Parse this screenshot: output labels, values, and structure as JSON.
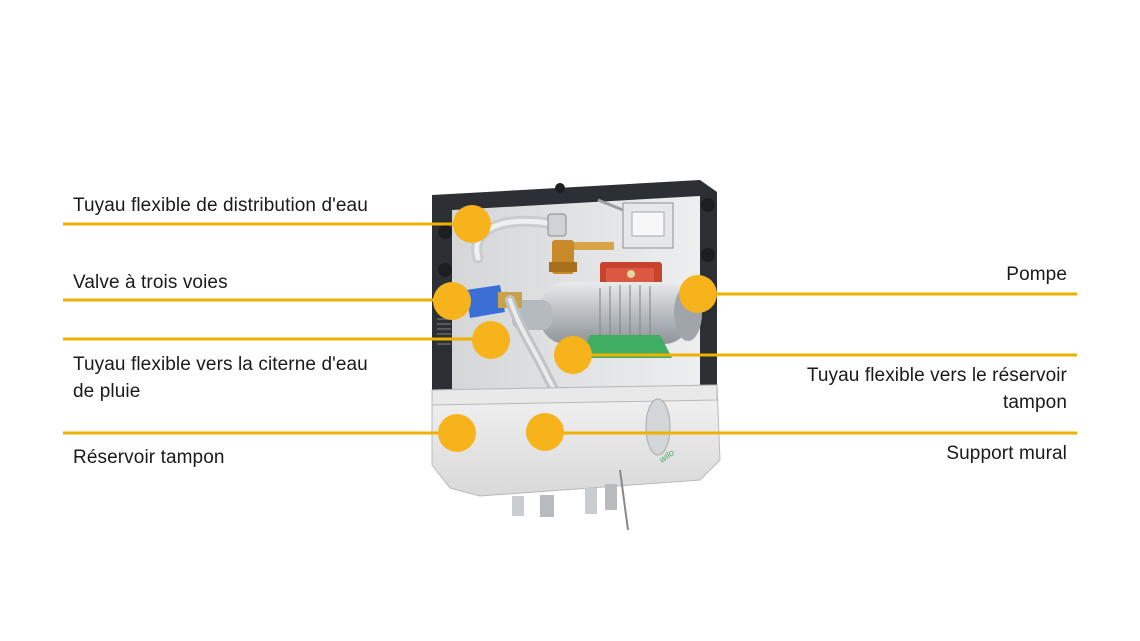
{
  "callouts": {
    "distribution_hose": "Tuyau flexible de distribution d'eau",
    "three_way_valve": "Valve à trois voies",
    "rainwater_hose_line1": "Tuyau flexible vers la citerne d'eau",
    "rainwater_hose_line2": "de pluie",
    "buffer_tank": "Réservoir tampon",
    "pump": "Pompe",
    "buffer_hose_line1": "Tuyau flexible vers le réservoir",
    "buffer_hose_line2": "tampon",
    "wall_support": "Support mural"
  },
  "brand_mark": "wilo",
  "colors": {
    "callout_line": "#f0b000",
    "callout_dot": "#f6b31b",
    "pump_green": "#3fae62",
    "valve_blue": "#3b6fd6",
    "motor_red": "#c8432b",
    "brass": "#c98a2a"
  }
}
